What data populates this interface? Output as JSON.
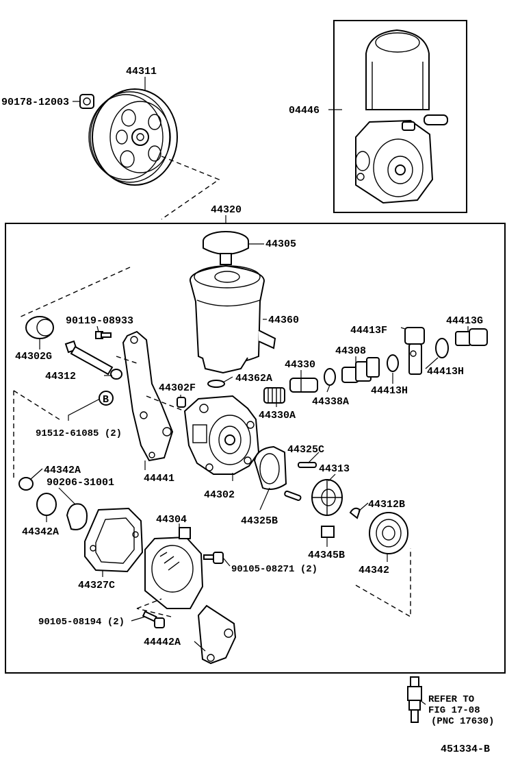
{
  "labels": {
    "l44311": "44311",
    "l90178": "90178-12003",
    "l04446": "04446",
    "l44320": "44320",
    "l44305": "44305",
    "l44360": "44360",
    "l90119": "90119-08933",
    "l44302G": "44302G",
    "l44312": "44312",
    "l44302F": "44302F",
    "l44362A": "44362A",
    "l44330": "44330",
    "l44308": "44308",
    "l44413F": "44413F",
    "l44413G": "44413G",
    "l44330A": "44330A",
    "l44338A": "44338A",
    "l44413Hmid": "44413H",
    "l44413Hright": "44413H",
    "lB": "B",
    "l91512": "91512-61085 (2)",
    "l44441": "44441",
    "l44302": "44302",
    "l44325C": "44325C",
    "l44313": "44313",
    "l44342A1": "44342A",
    "l90206": "90206-31001",
    "l44342A2": "44342A",
    "l44325B": "44325B",
    "l44312B": "44312B",
    "l44304": "44304",
    "l44345B": "44345B",
    "l90105a": "90105-08271 (2)",
    "l44342": "44342",
    "l44327C": "44327C",
    "l90105b": "90105-08194 (2)",
    "l44442A": "44442A",
    "refer1": "REFER TO",
    "refer2": "FIG 17-08",
    "refer3": "(PNC 17630)",
    "drawing_no": "451334-B"
  }
}
